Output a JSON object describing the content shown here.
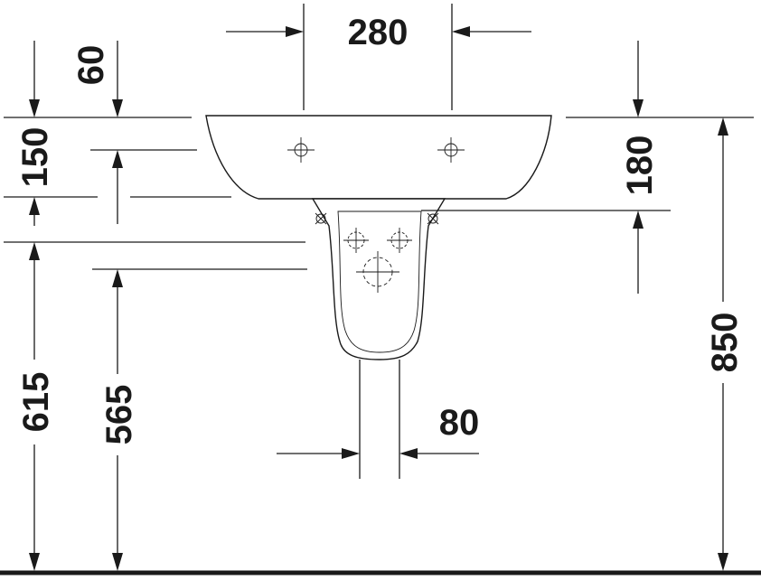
{
  "drawing": {
    "dimensions": {
      "basin_width": "280",
      "tap_hole_offset": "60",
      "basin_depth_left": "150",
      "basin_depth_right": "180",
      "pedestal_height": "615",
      "waste_height": "565",
      "pedestal_width": "80",
      "total_height": "850"
    }
  }
}
